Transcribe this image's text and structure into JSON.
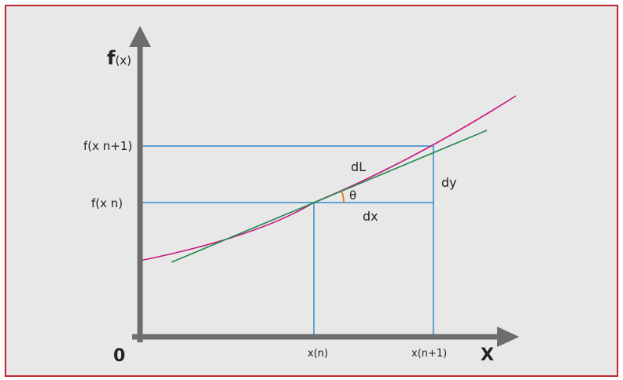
{
  "diagram": {
    "y_axis_label": {
      "main": "f",
      "sub": "(x)"
    },
    "x_axis_label": "X",
    "origin_label": "0",
    "y_ticks": [
      "f(x n+1)",
      "f(x n)"
    ],
    "x_ticks": [
      "x(n)",
      "x(n+1)"
    ],
    "segment_labels": {
      "dl": "dL",
      "dy": "dy",
      "dx": "dx",
      "theta": "θ"
    },
    "colors": {
      "axis": "#6d6d6d",
      "curve": "#c8187f",
      "tangent": "#1f8a4a",
      "guides": "#2a8ac8",
      "angle_arc": "#e07a1a",
      "frame_border": "#c0282d",
      "background": "#e8e8e8"
    }
  }
}
